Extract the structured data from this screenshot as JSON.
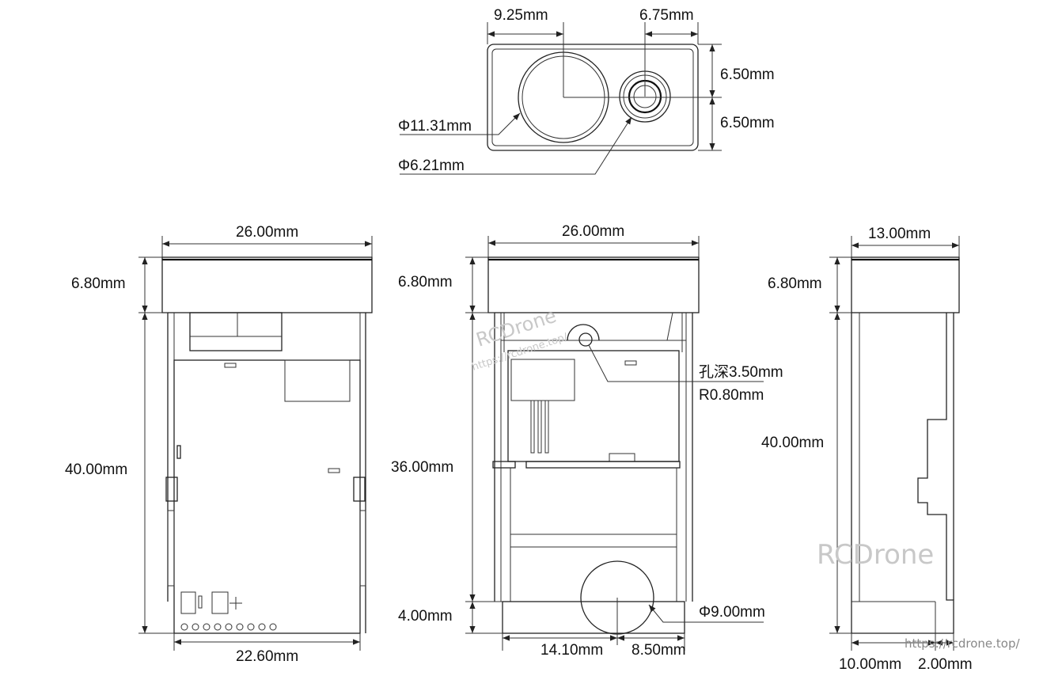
{
  "top_view": {
    "dim_left": "9.25mm",
    "dim_right": "6.75mm",
    "dim_upper": "6.50mm",
    "dim_lower": "6.50mm",
    "large_lens": "Φ11.31mm",
    "small_lens": "Φ6.21mm"
  },
  "front_view": {
    "width": "26.00mm",
    "cap_height": "6.80mm",
    "body_height": "40.00mm",
    "pcb_width": "22.60mm"
  },
  "back_view": {
    "width": "26.00mm",
    "cap_height": "6.80mm",
    "body_height": "36.00mm",
    "bottom_height": "4.00mm",
    "hole_depth": "孔深3.50mm",
    "hole_radius": "R0.80mm",
    "circle_dia": "Φ9.00mm",
    "bottom_left": "14.10mm",
    "bottom_right": "8.50mm"
  },
  "side_view": {
    "width": "13.00mm",
    "cap_height": "6.80mm",
    "body_height": "40.00mm",
    "bottom_left": "10.00mm",
    "bottom_right": "2.00mm"
  },
  "watermark": {
    "brand": "RCDrone",
    "url": "https://rcdrone.top/"
  }
}
